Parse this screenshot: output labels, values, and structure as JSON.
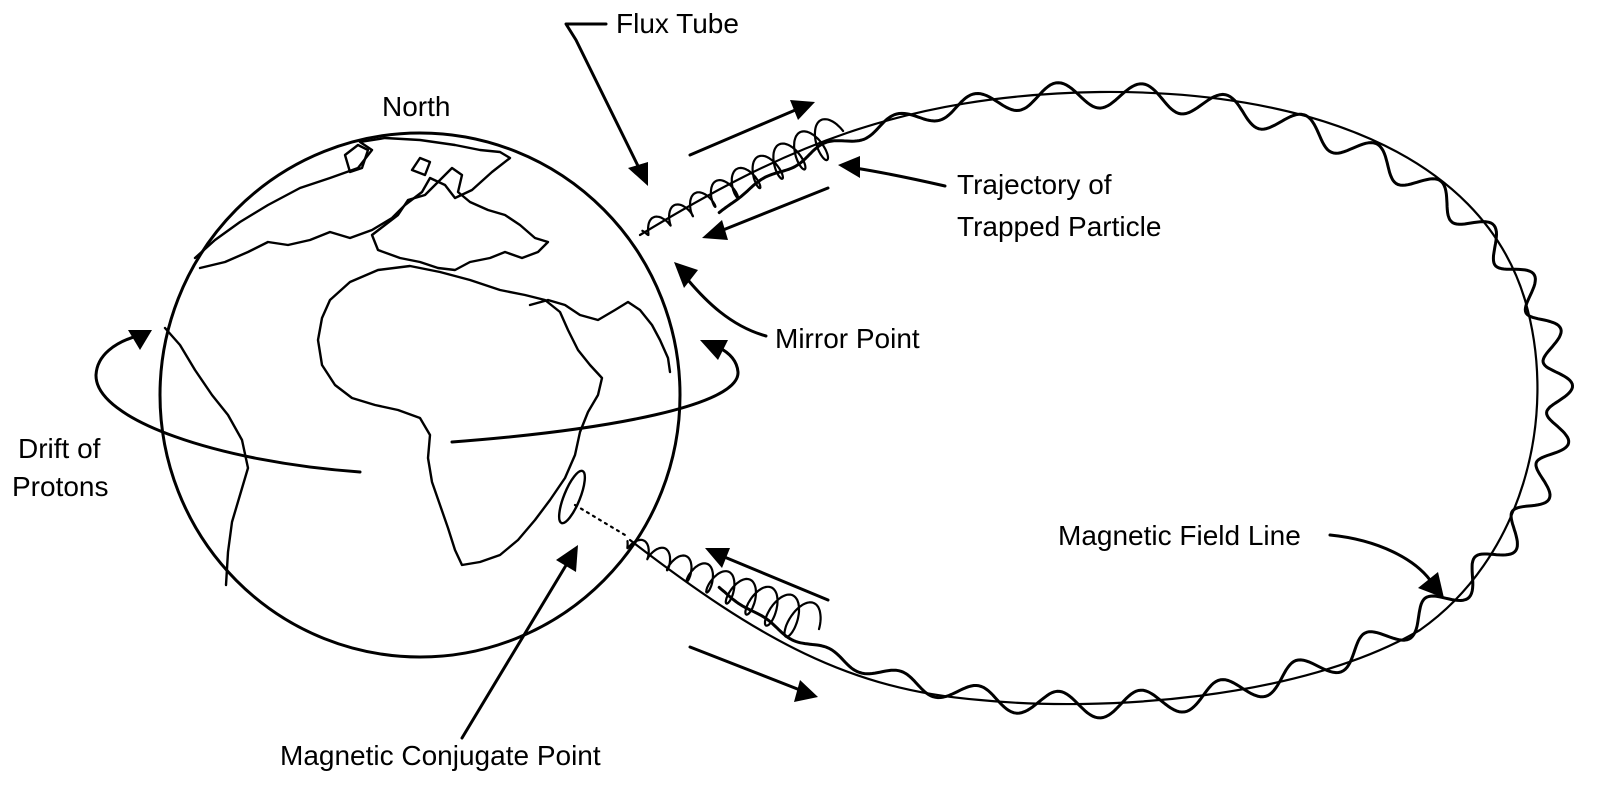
{
  "labels": {
    "flux_tube": "Flux Tube",
    "north": "North",
    "trajectory_line1": "Trajectory of",
    "trajectory_line2": "Trapped Particle",
    "mirror_point": "Mirror Point",
    "drift_line1": "Drift of",
    "drift_line2": "Protons",
    "field_line": "Magnetic Field Line",
    "conjugate_point": "Magnetic Conjugate Point"
  },
  "colors": {
    "ink": "#000000",
    "background": "#ffffff"
  }
}
